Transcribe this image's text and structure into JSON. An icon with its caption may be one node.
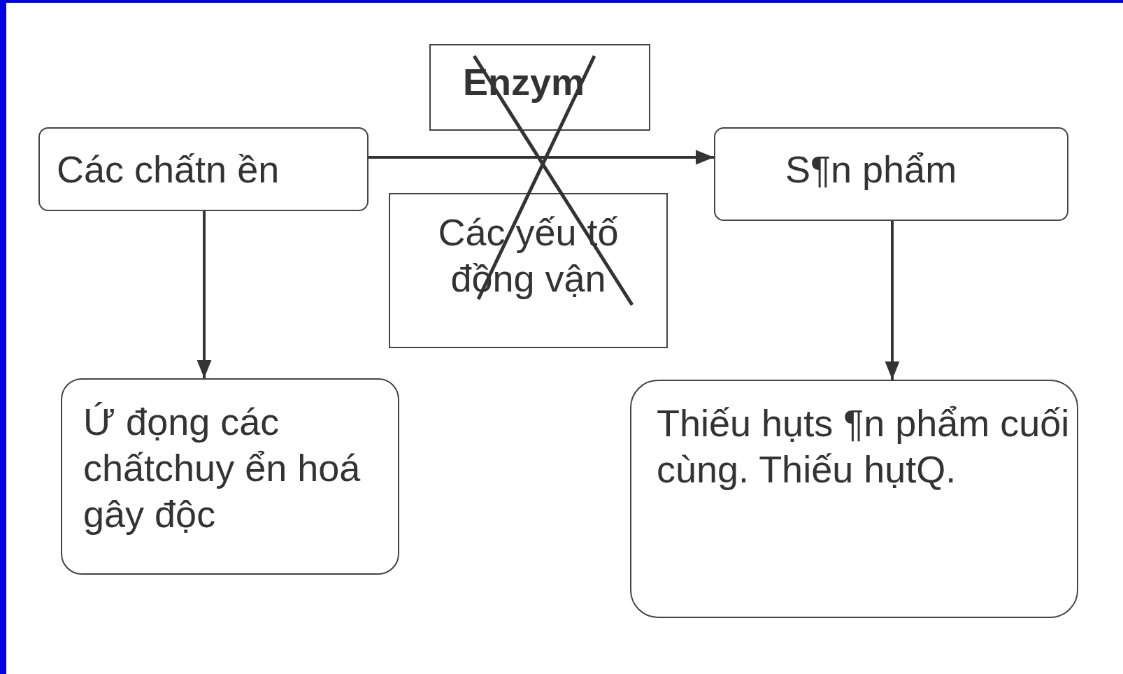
{
  "diagram": {
    "nodes": [
      {
        "text": [
          "Các chấtn ền"
        ]
      },
      {
        "text": [
          "Enzym"
        ]
      },
      {
        "text": [
          "Các yếu tố đồng vận"
        ]
      },
      {
        "text": [
          "S¶n phẩm"
        ]
      },
      {
        "text": [
          "Ứ đọng các chấtchuy ển hoá gây độc"
        ]
      },
      {
        "text": [
          "Thiếu hụts ¶n phẩm cuối cùng. Thiếu hụtQ."
        ]
      }
    ],
    "edges": [
      {
        "from": 0,
        "to": 3,
        "arrow": "to"
      },
      {
        "from": 0,
        "to": 4,
        "arrow": "to"
      },
      {
        "from": 3,
        "to": 5,
        "arrow": "to"
      }
    ]
  }
}
